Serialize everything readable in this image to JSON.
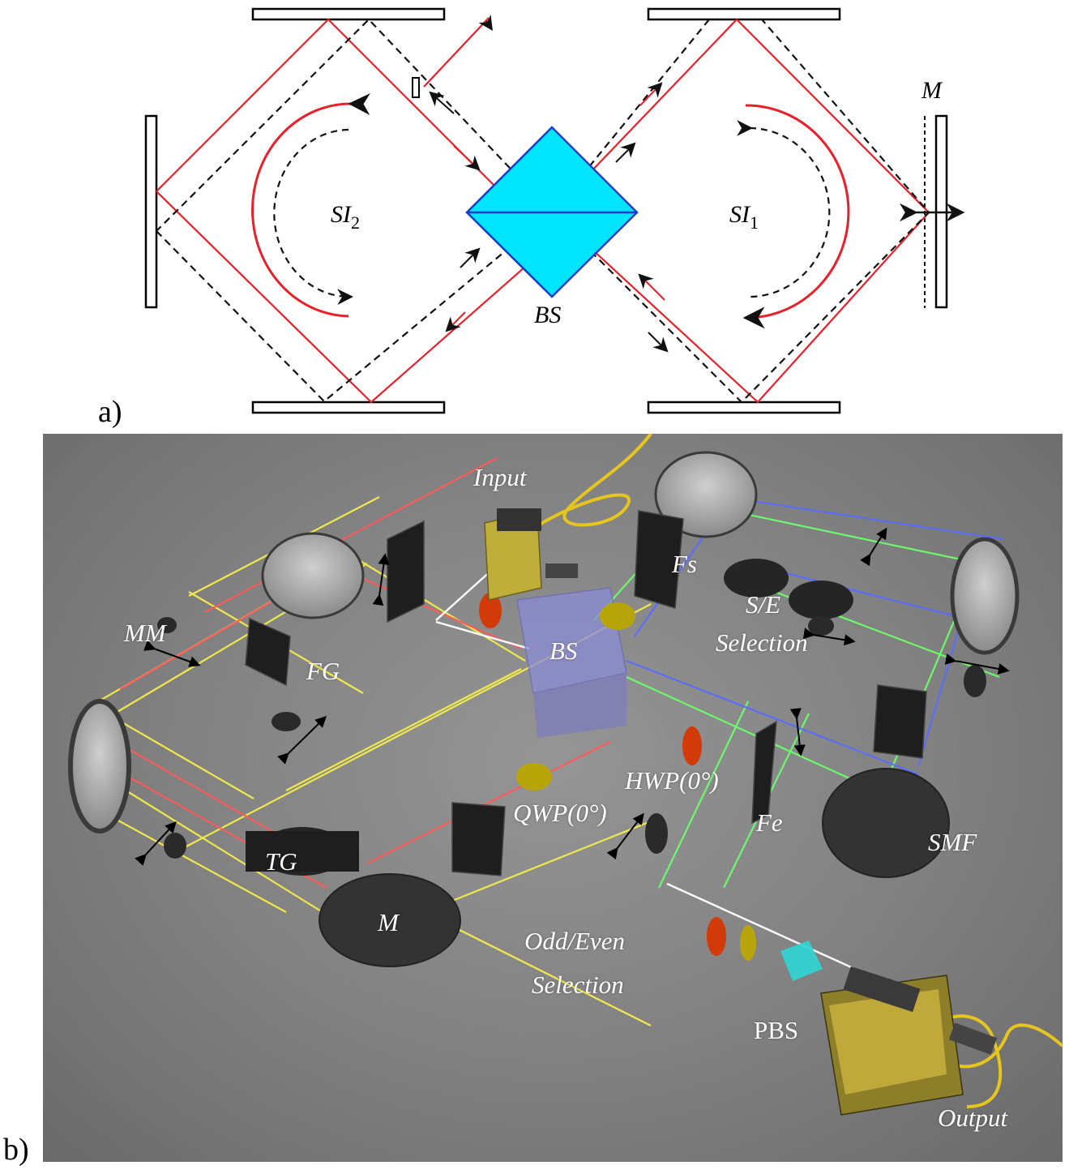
{
  "panel_a": {
    "letter": "a)",
    "labels": {
      "si2": "SI",
      "si2_sub": "2",
      "si1": "SI",
      "si1_sub": "1",
      "bs": "BS",
      "m": "M"
    },
    "colors": {
      "beam": "#e8202a",
      "dashed": "#111111",
      "cube": "#00e5ff",
      "cube_edge": "#1a3cc8"
    }
  },
  "panel_b": {
    "letter": "b)",
    "labels": {
      "input": "Input",
      "mm": "MM",
      "fg": "FG",
      "bs": "BS",
      "fs": "Fs",
      "se_1": "S/E",
      "se_2": "Selection",
      "tg": "TG",
      "m": "M",
      "qwp": "QWP(0°)",
      "hwp": "HWP(0°)",
      "fe": "Fe",
      "odd_1": "Odd/Even",
      "odd_2": "Selection",
      "smf": "SMF",
      "pbs": "PBS",
      "output": "Output"
    },
    "colors": {
      "yellow": "#f5ee4a",
      "red": "#ff5a5a",
      "green": "#6cff6c",
      "blue": "#5a6cff",
      "fiber": "#e6c51e",
      "cube": "#8c8cd8",
      "mount": "#2a2a2a"
    }
  }
}
